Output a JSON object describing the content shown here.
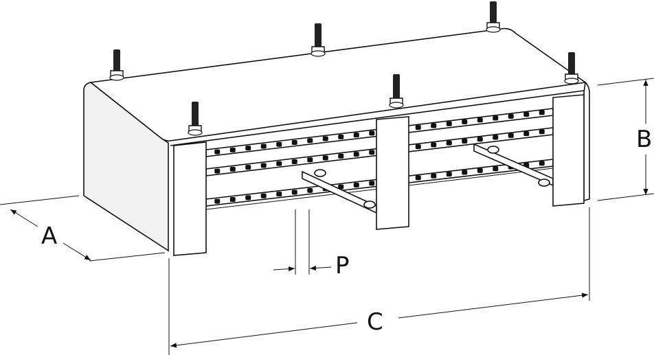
{
  "diagram": {
    "dimensions": {
      "a": "A",
      "b": "B",
      "c": "C",
      "p": "P"
    },
    "colors": {
      "line": "#111111",
      "background": "#ffffff"
    }
  }
}
